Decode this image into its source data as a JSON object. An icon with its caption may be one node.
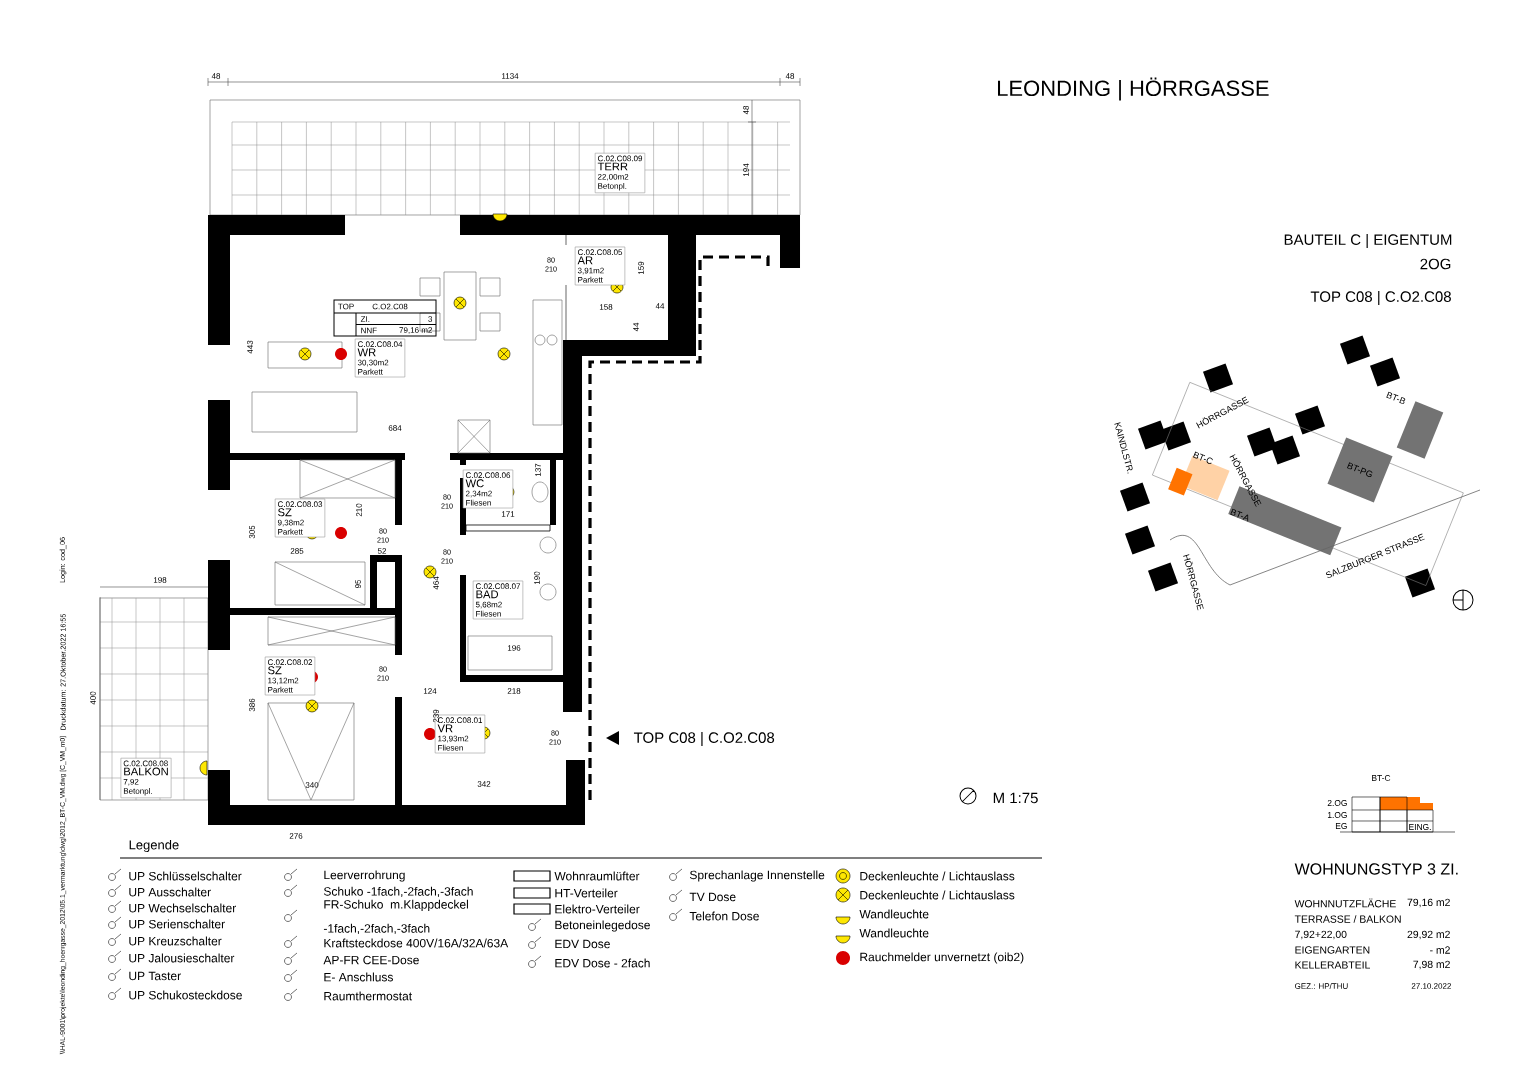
{
  "diagram": {
    "title": "LEONDING | HÖRRGASSE",
    "nodes": [
      {
        "text": [
          "C.02.C08.09",
          "TERR",
          "22,00m2",
          "Betonpl."
        ]
      },
      {
        "text": [
          "C.02.C08.05",
          "AR",
          "3,91m2",
          "Parkett"
        ]
      },
      {
        "text": [
          "C.02.C08.04",
          "WR",
          "30,30m2",
          "Parkett"
        ]
      },
      {
        "text": [
          "C.02.C08.06",
          "WC",
          "2,34m2",
          "Fliesen"
        ]
      },
      {
        "text": [
          "C.02.C08.03",
          "SZ",
          "9,38m2",
          "Parkett"
        ]
      },
      {
        "text": [
          "C.02.C08.07",
          "BAD",
          "5,68m2",
          "Fliesen"
        ]
      },
      {
        "text": [
          "C.02.C08.02",
          "SZ",
          "13,12m2",
          "Parkett"
        ]
      },
      {
        "text": [
          "C.02.C08.01",
          "VR",
          "13,93m2",
          "Fliesen"
        ]
      },
      {
        "text": [
          "C.02.C08.08",
          "BALKON",
          "7,92",
          "Betonpl."
        ]
      }
    ],
    "labels": [
      "48",
      "1134",
      "48",
      "48",
      "194",
      "TOP",
      "C.O2.C08",
      "ZI.",
      "3",
      "NNF",
      "79,16 m2",
      "443",
      "684",
      "159",
      "158",
      "44",
      "44",
      "80",
      "210",
      "80",
      "210",
      "80",
      "210",
      "80",
      "210",
      "80",
      "210",
      "80",
      "210",
      "305",
      "285",
      "210",
      "52",
      "95",
      "137",
      "171",
      "464",
      "190",
      "196",
      "198",
      "400",
      "386",
      "340",
      "124",
      "218",
      "239",
      "342",
      "276",
      "BAUTEIL C | EIGENTUM",
      "2OG",
      "TOP C08 | C.O2.C08",
      "HÖRRGASSE",
      "KAINDLSTR.",
      "BT-C",
      "HÖRRGASSE",
      "BT-A",
      "BT-PG",
      "BT-B",
      "SALZBURGER STRASSE",
      "HÖRRGASSE",
      "TOP C08 | C.O2.C08",
      "M 1:75",
      "BT-C",
      "2.OG",
      "1.OG",
      "EG",
      "EING.",
      "WOHNUNGSTYP 3 ZI.",
      "WOHNNUTZFLÄCHE",
      "79,16 m2",
      "TERRASSE / BALKON",
      "7,92+22,00",
      "29,92 m2",
      "EIGENGARTEN",
      "- m2",
      "KELLERABTEIL",
      "7,98 m2",
      "GEZ.: HP/THU",
      "27.10.2022",
      "Legende",
      "\\\\HAL-9001\\projekte\\leonding_hoerrgasse_2012\\05.1_vermarktung\\dwg\\2012_BT-C_VM.dwg [C_VM_m0]",
      "Druckdatum: 27.Oktober.2022 16:55",
      "Login: cod_06"
    ],
    "legend": [
      {
        "text": "UP Schlüsselschalter"
      },
      {
        "text": "UP Ausschalter"
      },
      {
        "text": "UP Wechselschalter"
      },
      {
        "text": "UP Serienschalter"
      },
      {
        "text": "UP Kreuzschalter"
      },
      {
        "text": "UP Jalousieschalter"
      },
      {
        "text": "UP Taster"
      },
      {
        "text": "UP Schukosteckdose"
      },
      {
        "text": "Leerverrohrung"
      },
      {
        "text": "Schuko -1fach,-2fach,-3fach"
      },
      {
        "text": "FR-Schuko m.Klappdeckel -1fach,-2fach,-3fach"
      },
      {
        "text": "Kraftsteckdose 400V/16A/32A/63A"
      },
      {
        "text": "AP-FR CEE-Dose"
      },
      {
        "text": "E- Anschluss"
      },
      {
        "text": "Raumthermostat"
      },
      {
        "text": "Wohnraumlüfter"
      },
      {
        "text": "HT-Verteiler"
      },
      {
        "text": "Elektro-Verteiler"
      },
      {
        "text": "Betoneinlegedose"
      },
      {
        "text": "EDV Dose"
      },
      {
        "text": "EDV Dose - 2fach"
      },
      {
        "text": "Sprechanlage Innenstelle"
      },
      {
        "text": "TV Dose"
      },
      {
        "text": "Telefon Dose"
      },
      {
        "text": "Deckenleuchte / Lichtauslass"
      },
      {
        "text": "Deckenleuchte / Lichtauslass"
      },
      {
        "text": "Wandleuchte"
      },
      {
        "text": "Wandleuchte"
      },
      {
        "text": "Rauchmelder unvernetzt (oib2)"
      }
    ]
  }
}
